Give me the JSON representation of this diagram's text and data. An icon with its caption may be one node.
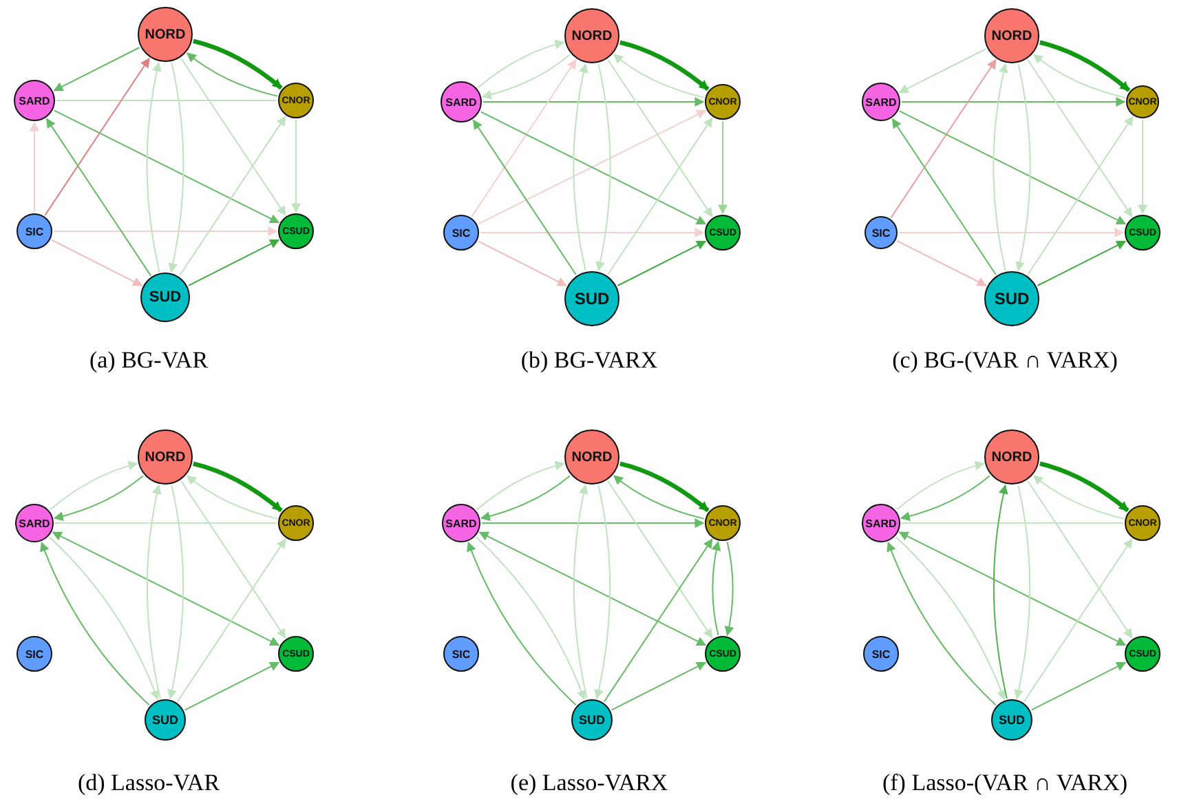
{
  "diagram": {
    "nodes": [
      {
        "text": [
          "NORD"
        ]
      },
      {
        "text": [
          "SARD"
        ]
      },
      {
        "text": [
          "CNOR"
        ]
      },
      {
        "text": [
          "SIC"
        ]
      },
      {
        "text": [
          "CSUD"
        ]
      },
      {
        "text": [
          "SUD"
        ]
      },
      {
        "text": [
          "NORD"
        ]
      },
      {
        "text": [
          "SARD"
        ]
      },
      {
        "text": [
          "CNOR"
        ]
      },
      {
        "text": [
          "SIC"
        ]
      },
      {
        "text": [
          "CSUD"
        ]
      },
      {
        "text": [
          "SUD"
        ]
      },
      {
        "text": [
          "NORD"
        ]
      },
      {
        "text": [
          "SARD"
        ]
      },
      {
        "text": [
          "CNOR"
        ]
      },
      {
        "text": [
          "SIC"
        ]
      },
      {
        "text": [
          "CSUD"
        ]
      },
      {
        "text": [
          "SUD"
        ]
      },
      {
        "text": [
          "NORD"
        ]
      },
      {
        "text": [
          "SARD"
        ]
      },
      {
        "text": [
          "CNOR"
        ]
      },
      {
        "text": [
          "SIC"
        ]
      },
      {
        "text": [
          "CSUD"
        ]
      },
      {
        "text": [
          "SUD"
        ]
      },
      {
        "text": [
          "NORD"
        ]
      },
      {
        "text": [
          "SARD"
        ]
      },
      {
        "text": [
          "CNOR"
        ]
      },
      {
        "text": [
          "SIC"
        ]
      },
      {
        "text": [
          "CSUD"
        ]
      },
      {
        "text": [
          "SUD"
        ]
      },
      {
        "text": [
          "NORD"
        ]
      },
      {
        "text": [
          "SARD"
        ]
      },
      {
        "text": [
          "CNOR"
        ]
      },
      {
        "text": [
          "SIC"
        ]
      },
      {
        "text": [
          "CSUD"
        ]
      },
      {
        "text": [
          "SUD"
        ]
      }
    ],
    "edges": [
      {
        "from": 0,
        "to": 1,
        "arrow": "to",
        "color": "#66bb66"
      },
      {
        "from": 0,
        "to": 2,
        "arrow": "to",
        "style": "thick",
        "color": "#119911"
      },
      {
        "from": 2,
        "to": 0,
        "arrow": "to",
        "color": "#66bb66"
      },
      {
        "from": 1,
        "to": 2,
        "arrow": "none"
      },
      {
        "from": 3,
        "to": 0,
        "arrow": "to",
        "color": "#e08080"
      },
      {
        "from": 3,
        "to": 1,
        "arrow": "to",
        "color": "#f4d0d0"
      },
      {
        "from": 3,
        "to": 4,
        "arrow": "to",
        "color": "#f4d0d0"
      },
      {
        "from": 3,
        "to": 5,
        "arrow": "to",
        "color": "#f0bcbc"
      },
      {
        "from": 1,
        "to": 4,
        "arrow": "to",
        "color": "#66bb66"
      },
      {
        "from": 5,
        "to": 1,
        "arrow": "to",
        "color": "#66bb66"
      },
      {
        "from": 0,
        "to": 5,
        "arrow": "to"
      },
      {
        "from": 5,
        "to": 0,
        "arrow": "to"
      },
      {
        "from": 0,
        "to": 4,
        "arrow": "to"
      },
      {
        "from": 5,
        "to": 2,
        "arrow": "to"
      },
      {
        "from": 5,
        "to": 4,
        "arrow": "to",
        "color": "#44aa44"
      },
      {
        "from": 2,
        "to": 4,
        "arrow": "to"
      },
      {
        "from": 6,
        "to": 7,
        "arrow": "to"
      },
      {
        "from": 7,
        "to": 6,
        "arrow": "to"
      },
      {
        "from": 6,
        "to": 8,
        "arrow": "to",
        "style": "thick",
        "color": "#119911"
      },
      {
        "from": 8,
        "to": 6,
        "arrow": "to"
      },
      {
        "from": 7,
        "to": 8,
        "arrow": "to",
        "color": "#66bb66"
      },
      {
        "from": 9,
        "to": 6,
        "arrow": "to",
        "color": "#f4d0d0"
      },
      {
        "from": 9,
        "to": 8,
        "arrow": "to",
        "color": "#f4d0d0"
      },
      {
        "from": 9,
        "to": 10,
        "arrow": "to",
        "color": "#f4d0d0"
      },
      {
        "from": 9,
        "to": 11,
        "arrow": "to",
        "color": "#f0bcbc"
      },
      {
        "from": 7,
        "to": 10,
        "arrow": "to",
        "color": "#66bb66"
      },
      {
        "from": 11,
        "to": 7,
        "arrow": "to",
        "color": "#66bb66"
      },
      {
        "from": 6,
        "to": 11,
        "arrow": "to"
      },
      {
        "from": 11,
        "to": 6,
        "arrow": "to"
      },
      {
        "from": 6,
        "to": 10,
        "arrow": "to"
      },
      {
        "from": 11,
        "to": 8,
        "arrow": "to"
      },
      {
        "from": 8,
        "to": 10,
        "arrow": "to",
        "color": "#99d499"
      },
      {
        "from": 11,
        "to": 10,
        "arrow": "to",
        "color": "#44aa44"
      },
      {
        "from": 12,
        "to": 13,
        "arrow": "to"
      },
      {
        "from": 12,
        "to": 14,
        "arrow": "to",
        "style": "thick",
        "color": "#119911"
      },
      {
        "from": 14,
        "to": 12,
        "arrow": "to"
      },
      {
        "from": 13,
        "to": 14,
        "arrow": "to",
        "color": "#66bb66"
      },
      {
        "from": 15,
        "to": 12,
        "arrow": "to",
        "color": "#e8a0a0"
      },
      {
        "from": 15,
        "to": 16,
        "arrow": "to",
        "color": "#f4d0d0"
      },
      {
        "from": 15,
        "to": 17,
        "arrow": "to",
        "color": "#f0bcbc"
      },
      {
        "from": 13,
        "to": 16,
        "arrow": "to",
        "color": "#66bb66"
      },
      {
        "from": 17,
        "to": 13,
        "arrow": "to",
        "color": "#66bb66"
      },
      {
        "from": 12,
        "to": 17,
        "arrow": "to"
      },
      {
        "from": 17,
        "to": 12,
        "arrow": "to"
      },
      {
        "from": 12,
        "to": 16,
        "arrow": "to"
      },
      {
        "from": 17,
        "to": 14,
        "arrow": "to"
      },
      {
        "from": 14,
        "to": 16,
        "arrow": "to"
      },
      {
        "from": 17,
        "to": 16,
        "arrow": "to",
        "color": "#44aa44"
      },
      {
        "from": 18,
        "to": 19,
        "arrow": "to",
        "color": "#66bb66"
      },
      {
        "from": 19,
        "to": 18,
        "arrow": "to"
      },
      {
        "from": 18,
        "to": 20,
        "arrow": "to",
        "style": "thick",
        "color": "#119911"
      },
      {
        "from": 20,
        "to": 18,
        "arrow": "to"
      },
      {
        "from": 19,
        "to": 20,
        "arrow": "none"
      },
      {
        "from": 19,
        "to": 22,
        "arrow": "both",
        "color": "#66bb66"
      },
      {
        "from": 19,
        "to": 23,
        "arrow": "to"
      },
      {
        "from": 23,
        "to": 19,
        "arrow": "to",
        "color": "#66bb66"
      },
      {
        "from": 18,
        "to": 23,
        "arrow": "to"
      },
      {
        "from": 23,
        "to": 18,
        "arrow": "to"
      },
      {
        "from": 18,
        "to": 22,
        "arrow": "to"
      },
      {
        "from": 23,
        "to": 20,
        "arrow": "to"
      },
      {
        "from": 23,
        "to": 22,
        "arrow": "to",
        "color": "#66bb66"
      },
      {
        "from": 24,
        "to": 25,
        "arrow": "to",
        "color": "#66bb66"
      },
      {
        "from": 25,
        "to": 24,
        "arrow": "to"
      },
      {
        "from": 24,
        "to": 26,
        "arrow": "to",
        "style": "thick",
        "color": "#119911"
      },
      {
        "from": 26,
        "to": 24,
        "arrow": "to",
        "color": "#66bb66"
      },
      {
        "from": 25,
        "to": 26,
        "arrow": "to",
        "color": "#66bb66"
      },
      {
        "from": 25,
        "to": 28,
        "arrow": "both",
        "color": "#66bb66"
      },
      {
        "from": 25,
        "to": 29,
        "arrow": "to"
      },
      {
        "from": 29,
        "to": 25,
        "arrow": "to",
        "color": "#66bb66"
      },
      {
        "from": 24,
        "to": 29,
        "arrow": "to"
      },
      {
        "from": 29,
        "to": 24,
        "arrow": "to"
      },
      {
        "from": 24,
        "to": 28,
        "arrow": "to"
      },
      {
        "from": 29,
        "to": 26,
        "arrow": "to",
        "color": "#66bb66"
      },
      {
        "from": 26,
        "to": 28,
        "arrow": "to",
        "color": "#66bb66"
      },
      {
        "from": 28,
        "to": 26,
        "arrow": "to",
        "color": "#66bb66"
      },
      {
        "from": 29,
        "to": 28,
        "arrow": "to",
        "color": "#66bb66"
      },
      {
        "from": 30,
        "to": 31,
        "arrow": "to",
        "color": "#66bb66"
      },
      {
        "from": 31,
        "to": 30,
        "arrow": "to"
      },
      {
        "from": 30,
        "to": 32,
        "arrow": "to",
        "style": "thick",
        "color": "#119911"
      },
      {
        "from": 32,
        "to": 30,
        "arrow": "to"
      },
      {
        "from": 31,
        "to": 32,
        "arrow": "none"
      },
      {
        "from": 31,
        "to": 34,
        "arrow": "both",
        "color": "#66bb66"
      },
      {
        "from": 31,
        "to": 35,
        "arrow": "to"
      },
      {
        "from": 35,
        "to": 31,
        "arrow": "to",
        "color": "#66bb66"
      },
      {
        "from": 30,
        "to": 35,
        "arrow": "to"
      },
      {
        "from": 35,
        "to": 30,
        "arrow": "to",
        "color": "#55b055"
      },
      {
        "from": 30,
        "to": 34,
        "arrow": "to"
      },
      {
        "from": 35,
        "to": 32,
        "arrow": "to"
      },
      {
        "from": 35,
        "to": 34,
        "arrow": "to",
        "color": "#66bb66"
      }
    ],
    "labels": [
      "(a) BG-VAR",
      "(b) BG-VARX",
      "(c) BG-(VAR ∩ VARX)",
      "(d) Lasso-VAR",
      "(e) Lasso-VARX",
      "(f) Lasso-(VAR ∩ VARX)"
    ]
  }
}
